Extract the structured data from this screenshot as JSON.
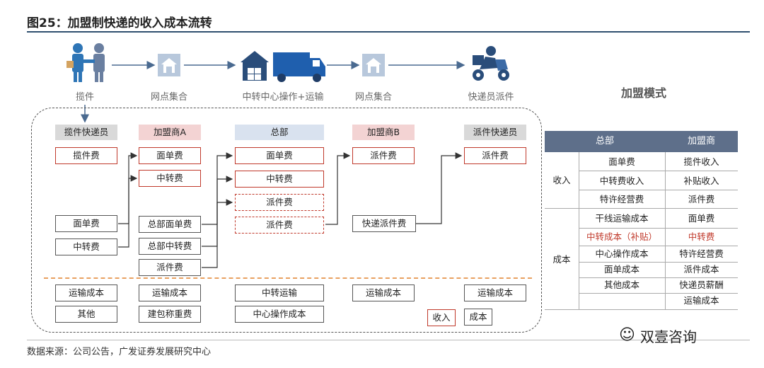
{
  "title": "图25：加盟制快递的收入成本流转",
  "stages": [
    "揽件",
    "网点集合",
    "中转中心操作+运输",
    "网点集合",
    "快递员派件"
  ],
  "columns": {
    "col1": {
      "header": "揽件快递员",
      "boxes": [
        "揽件费",
        "面单费",
        "中转费"
      ],
      "bottom": [
        "运输成本",
        "其他"
      ]
    },
    "col2": {
      "header": "加盟商A",
      "boxes": [
        "面单费",
        "中转费",
        "总部面单费",
        "总部中转费",
        "派件费"
      ],
      "bottom": [
        "运输成本",
        "建包称重费"
      ]
    },
    "col3": {
      "header": "总部",
      "boxes": [
        "面单费",
        "中转费",
        "派件费",
        "派件费"
      ],
      "bottom": [
        "中转运输",
        "中心操作成本"
      ]
    },
    "col4": {
      "header": "加盟商B",
      "boxes": [
        "派件费",
        "快递派件费"
      ],
      "bottom": [
        "运输成本"
      ]
    },
    "col5": {
      "header": "派件快递员",
      "boxes": [
        "派件费"
      ],
      "bottom": [
        "运输成本",
        "成本"
      ]
    }
  },
  "legend_income": "收入",
  "table": {
    "title": "加盟模式",
    "headers": [
      "总部",
      "加盟商"
    ],
    "income_label": "收入",
    "cost_label": "成本",
    "income_rows": [
      [
        "面单费",
        "揽件收入"
      ],
      [
        "中转费收入",
        "补贴收入"
      ],
      [
        "特许经营费",
        "派件费"
      ]
    ],
    "cost_rows": [
      [
        "干线运输成本",
        "面单费"
      ],
      [
        "中转成本（补贴）",
        "中转费"
      ],
      [
        "中心操作成本",
        "特许经营费"
      ],
      [
        "面单成本",
        "派件成本"
      ],
      [
        "其他成本",
        "快递员薪酬"
      ],
      [
        "",
        "运输成本"
      ]
    ]
  },
  "source": "数据来源：公司公告，广发证券发展研究中心",
  "watermark": "双壹咨询",
  "colors": {
    "accent_red": "#c0392b",
    "header_blue": "#5e6f8a",
    "separator_orange": "#e8a060"
  }
}
